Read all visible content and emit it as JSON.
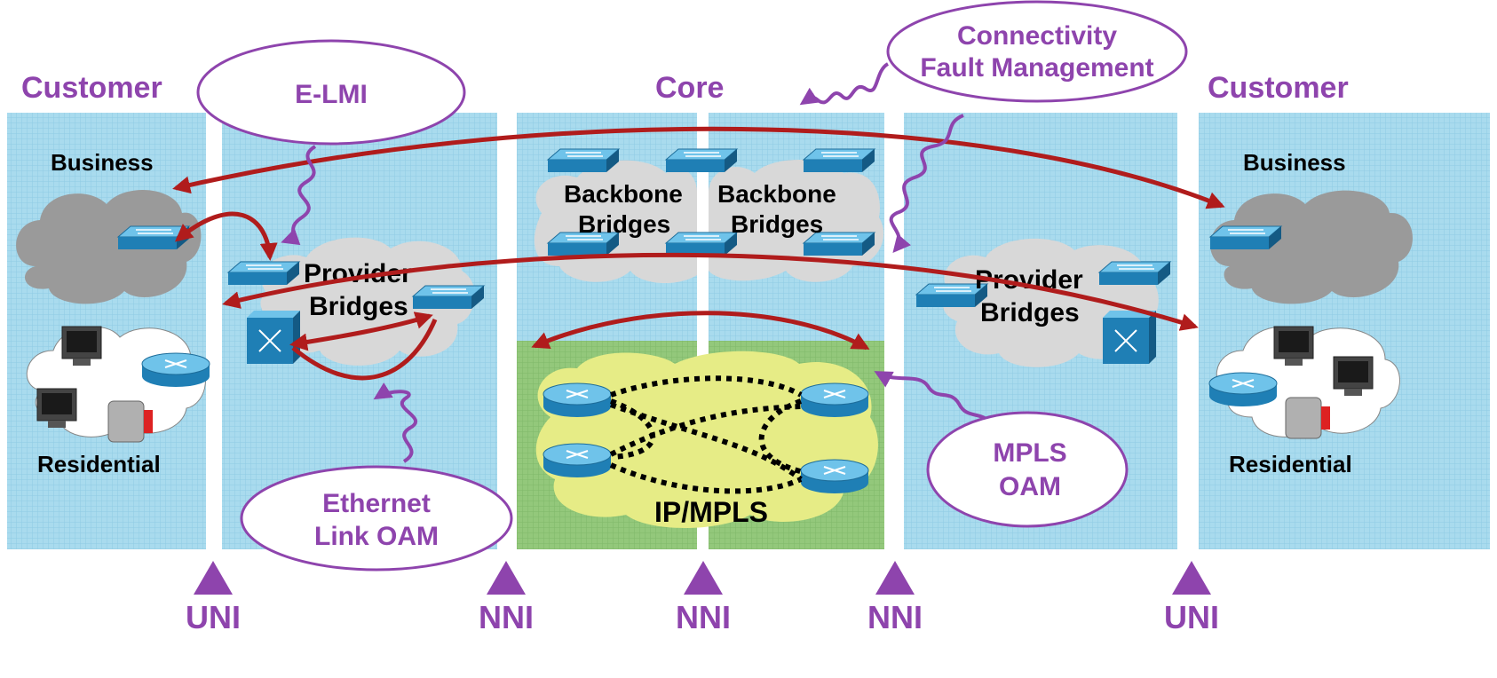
{
  "headings": {
    "customer_left": "Customer",
    "core": "Core",
    "customer_right": "Customer"
  },
  "callouts": {
    "elmi": "E-LMI",
    "cfm_line1": "Connectivity",
    "cfm_line2": "Fault Management",
    "eth_oam_line1": "Ethernet",
    "eth_oam_line2": "Link OAM",
    "mpls_oam_line1": "MPLS",
    "mpls_oam_line2": "OAM"
  },
  "labels": {
    "business_left": "Business",
    "business_right": "Business",
    "residential_left": "Residential",
    "residential_right": "Residential",
    "provider_left_line1": "Provider",
    "provider_left_line2": "Bridges",
    "provider_right_line1": "Provider",
    "provider_right_line2": "Bridges",
    "backbone1_line1": "Backbone",
    "backbone1_line2": "Bridges",
    "backbone2_line1": "Backbone",
    "backbone2_line2": "Bridges",
    "ipmpls": "IP/MPLS"
  },
  "interfaces": [
    "UNI",
    "NNI",
    "NNI",
    "NNI",
    "UNI"
  ],
  "colors": {
    "region_blue": "#a9dbee",
    "cloud_gray": "#9a9a9a",
    "cloud_light": "#d8d8d8",
    "core_green": "#93c87b",
    "cloud_yellow": "#e6ec86",
    "arrow_red": "#b01c1c",
    "accent_purple": "#8e44ad",
    "device_blue": "#2a9fd6"
  },
  "icons": [
    "switch-icon",
    "router-icon",
    "multilayer-switch-icon",
    "pc-icon",
    "modem-icon"
  ]
}
